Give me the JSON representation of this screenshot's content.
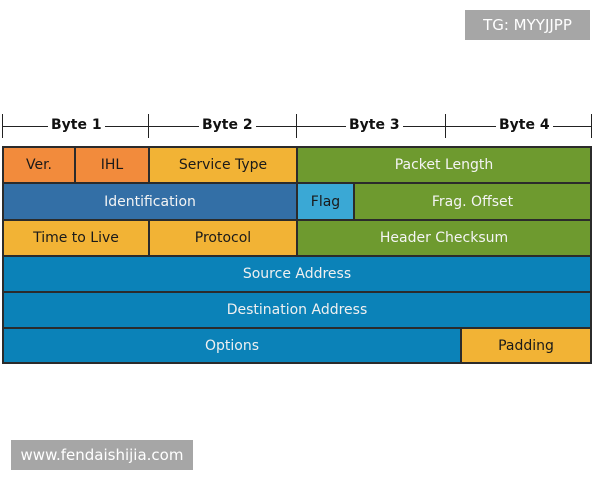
{
  "watermark_top": "TG: MYYJJPP",
  "watermark_bottom": "www.fendaishijia.com",
  "bytes": [
    "Byte 1",
    "Byte 2",
    "Byte 3",
    "Byte 4"
  ],
  "rows": [
    [
      "Ver.",
      "IHL",
      "Service Type",
      "Packet Length"
    ],
    [
      "Identification",
      "Flag",
      "Frag. Offset"
    ],
    [
      "Time to Live",
      "Protocol",
      "Header Checksum"
    ],
    [
      "Source Address"
    ],
    [
      "Destination Address"
    ],
    [
      "Options",
      "Padding"
    ]
  ],
  "colors": {
    "orange": "#f28b3c",
    "gold": "#f2b335",
    "green": "#6e9a2f",
    "dark_blue": "#336fa6",
    "light_blue": "#3aa8d5",
    "blue": "#0b82b8"
  }
}
